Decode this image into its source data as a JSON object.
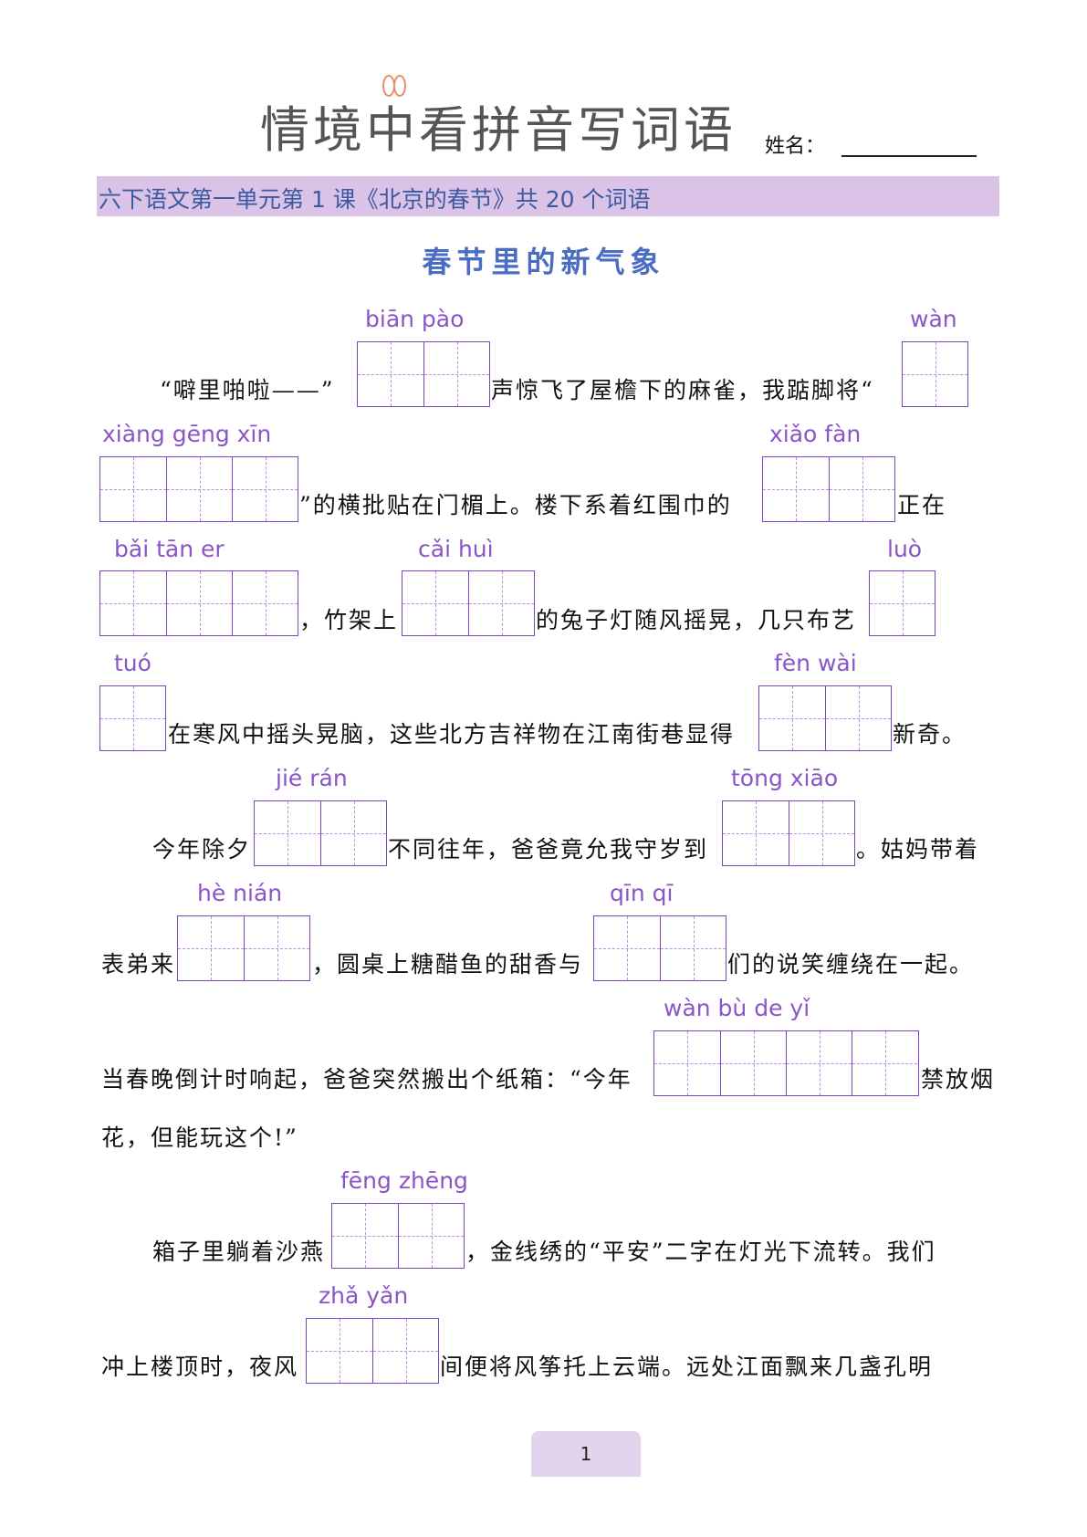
{
  "header": {
    "logo_text": "情境中看拼音写词语",
    "name_label": "姓名：",
    "banner": "六下语文第一单元第 1 课《北京的春节》共 20 个词语",
    "title": "春节里的新气象"
  },
  "colors": {
    "banner_bg": "#dbc3e8",
    "banner_text": "#3b5aa0",
    "title": "#4a6cc2",
    "pinyin": "#8a55c6",
    "grid_line": "#7b45bf",
    "page_tab": "#e3d4ee"
  },
  "pinyin": {
    "p1": "biān  pào",
    "p2": "wàn",
    "p3": "xiàng gēng  xīn",
    "p4": "xiǎo  fàn",
    "p5": "bǎi   tān    er",
    "p6": "cǎi   huì",
    "p7": "luò",
    "p8": "tuó",
    "p9": "fèn   wài",
    "p10": "jié    rán",
    "p11": "tōng  xiāo",
    "p12": "hè    nián",
    "p13": "qīn    qī",
    "p14": "wàn   bù    de    yǐ",
    "p15": "fēng zhēng",
    "p16": "zhǎ   yǎn"
  },
  "text": {
    "t1": "“噼里啪啦——”",
    "t2": "声惊飞了屋檐下的麻雀，我踮脚将“",
    "t3": "”的横批贴在门楣上。楼下系着红围巾的",
    "t4": "正在",
    "t5": "，竹架上",
    "t6": "的兔子灯随风摇晃，几只布艺",
    "t7": "在寒风中摇头晃脑，这些北方吉祥物在江南街巷显得",
    "t8": "新奇。",
    "t9": "今年除夕",
    "t10": "不同往年，爸爸竟允我守岁到",
    "t11": "。姑妈带着",
    "t12": "表弟来",
    "t13": "，圆桌上糖醋鱼的甜香与",
    "t14": "们的说笑缠绕在一起。",
    "t15": "当春晚倒计时响起，爸爸突然搬出个纸箱：“今年",
    "t16": "禁放烟",
    "t17": "花，但能玩这个!”",
    "t18": "箱子里躺着沙燕",
    "t19": "，金线绣的“平安”二字在灯光下流转。我们",
    "t20": "冲上楼顶时，夜风",
    "t21": "间便将风筝托上云端。远处江面飘来几盏孔明"
  },
  "footer": {
    "page_number": "1"
  }
}
